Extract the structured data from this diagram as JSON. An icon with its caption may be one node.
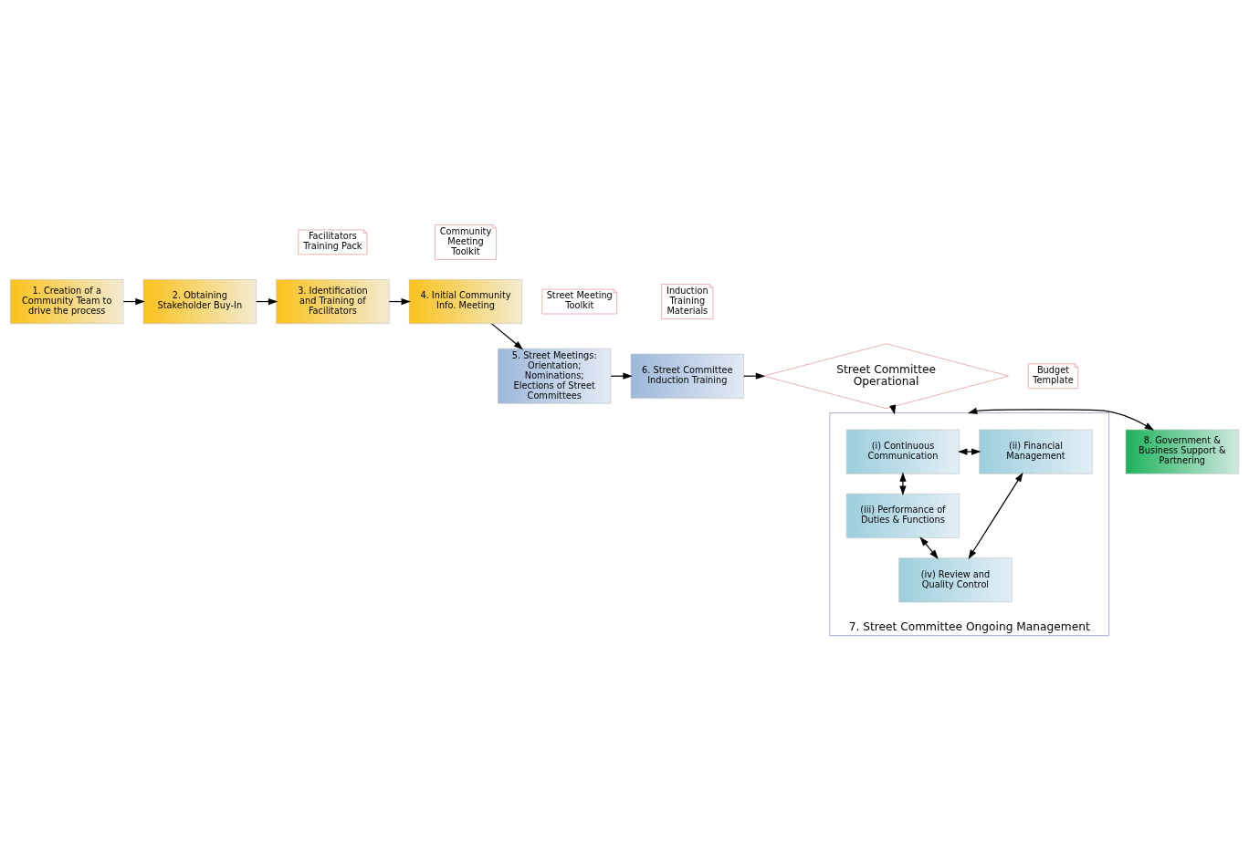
{
  "diagram": {
    "nodes": [
      {
        "text": [
          "1. Creation of a Community Team to drive the process"
        ]
      },
      {
        "text": [
          "2. Obtaining Stakeholder Buy-In"
        ]
      },
      {
        "text": [
          "Facilitators Training Pack"
        ]
      },
      {
        "text": [
          "3. Identification and Training of Facilitators"
        ]
      },
      {
        "text": [
          "Community Meeting Toolkit"
        ]
      },
      {
        "text": [
          "4. Initial Community Info. Meeting"
        ]
      },
      {
        "text": [
          "Street Meeting Toolkit"
        ]
      },
      {
        "text": [
          "5. Street Meetings: Orientation; Nominations; Elections of Street Committees"
        ]
      },
      {
        "text": [
          "Induction Training Materials"
        ]
      },
      {
        "text": [
          "6. Street Committee Induction Training"
        ]
      },
      {
        "text": [
          "Street Committee Operational"
        ]
      },
      {
        "text": [
          "7. Street Committee Ongoing Management"
        ]
      },
      {
        "text": [
          "Budget Template"
        ]
      },
      {
        "text": [
          "(i) Continuous Communication"
        ],
        "in": 11
      },
      {
        "text": [
          "(ii) Financial Management"
        ],
        "in": 11
      },
      {
        "text": [
          "(iii) Performance of Duties & Functions"
        ],
        "in": 11
      },
      {
        "text": [
          "(iv) Review and Quality Control"
        ],
        "in": 11
      },
      {
        "text": [
          "8. Government & Business Support & Partnering"
        ]
      }
    ],
    "edges": [
      {
        "from": 0,
        "to": 1,
        "arrow": "to"
      },
      {
        "from": 1,
        "to": 3,
        "arrow": "to"
      },
      {
        "from": 3,
        "to": 5,
        "arrow": "to"
      },
      {
        "from": 5,
        "to": 7,
        "arrow": "to"
      },
      {
        "from": 7,
        "to": 9,
        "arrow": "to"
      },
      {
        "from": 9,
        "to": 10,
        "arrow": "to"
      },
      {
        "from": 10,
        "to": 11,
        "arrow": "to"
      },
      {
        "from": 13,
        "to": 14,
        "arrow": "both"
      },
      {
        "from": 13,
        "to": 15,
        "arrow": "both"
      },
      {
        "from": 14,
        "to": 16,
        "arrow": "both"
      },
      {
        "from": 15,
        "to": 16,
        "arrow": "both"
      },
      {
        "from": 17,
        "to": 11,
        "arrow": "both"
      }
    ]
  }
}
